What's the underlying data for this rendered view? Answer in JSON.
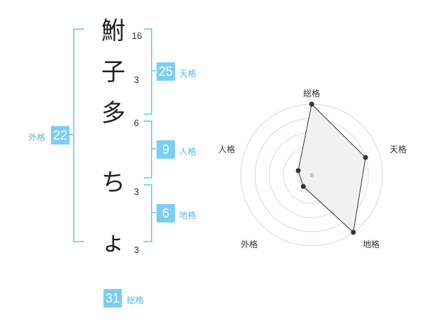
{
  "characters": [
    {
      "char": "鮒",
      "strokes": "16"
    },
    {
      "char": "子",
      "strokes": "3"
    },
    {
      "char": "多",
      "strokes": "6"
    },
    {
      "char": "ち",
      "strokes": "3"
    },
    {
      "char": "ょ",
      "strokes": "3"
    }
  ],
  "fortunes": {
    "tenkaku": {
      "value": "25",
      "label": "天格"
    },
    "jinkaku": {
      "value": "9",
      "label": "人格"
    },
    "chikaku": {
      "value": "6",
      "label": "地格"
    },
    "gaikaku": {
      "value": "22",
      "label": "外格"
    },
    "soukaku": {
      "value": "31",
      "label": "総格"
    }
  },
  "radar": {
    "axes": [
      "総格",
      "天格",
      "地格",
      "外格",
      "人格"
    ],
    "levels": [
      5,
      4,
      5,
      1,
      1
    ],
    "max": 5,
    "fill_color": "#f0f0f0",
    "line_color": "#333333",
    "grid_color": "#d9d9d9"
  },
  "colors": {
    "badge": "#7ccdf5",
    "bracket": "#8fd0f2",
    "label": "#5ab8e8"
  }
}
